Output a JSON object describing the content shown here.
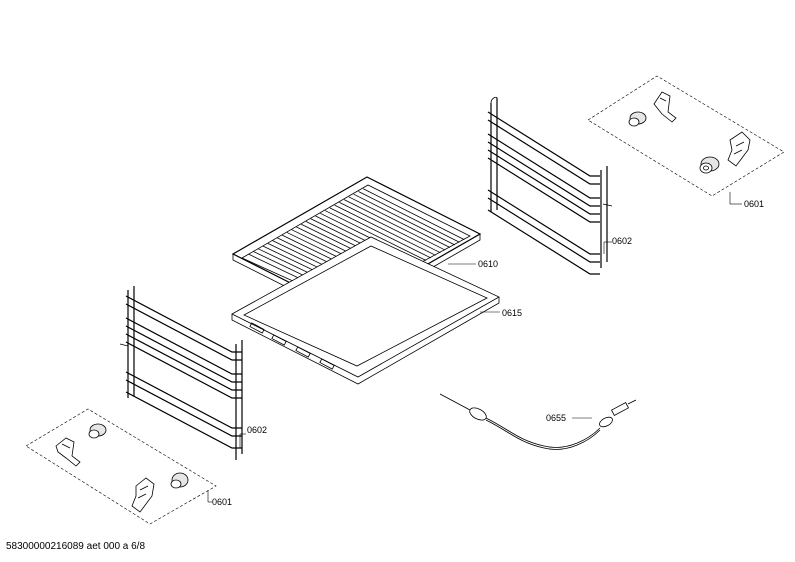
{
  "labels": {
    "p0601_top": "0601",
    "p0602_right": "0602",
    "p0610": "0610",
    "p0615": "0615",
    "p0602_left": "0602",
    "p0655": "0655",
    "p0601_bottom": "0601"
  },
  "footer": {
    "document_id": "58300000216089 aet 000 a 6/8"
  }
}
